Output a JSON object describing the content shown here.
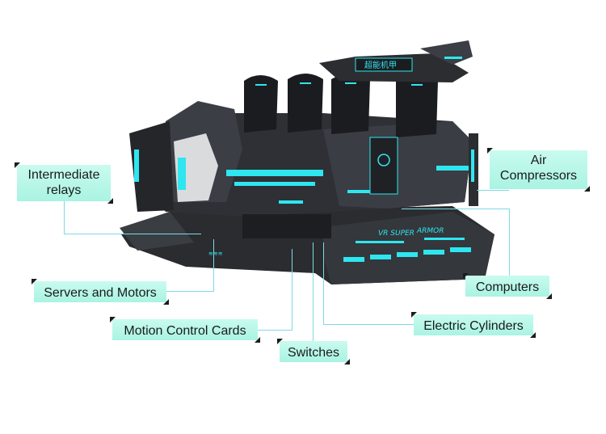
{
  "callouts": {
    "intermediate_relays": "Intermediate\nrelays",
    "servers_and_motors": "Servers and Motors",
    "motion_control_cards": "Motion Control Cards",
    "switches": "Switches",
    "air_compressors": "Air\nCompressors",
    "computers": "Computers",
    "electric_cylinders": "Electric Cylinders"
  },
  "machine": {
    "roof_badge": "超能机甲",
    "base_text_left": "VR SUPER",
    "base_text_right": "ARMOR"
  },
  "colors": {
    "accent": "#2ee6f0",
    "body": "#2b2d31",
    "callout_fill": "#b3f5e6",
    "leader": "#7fd9e6"
  }
}
